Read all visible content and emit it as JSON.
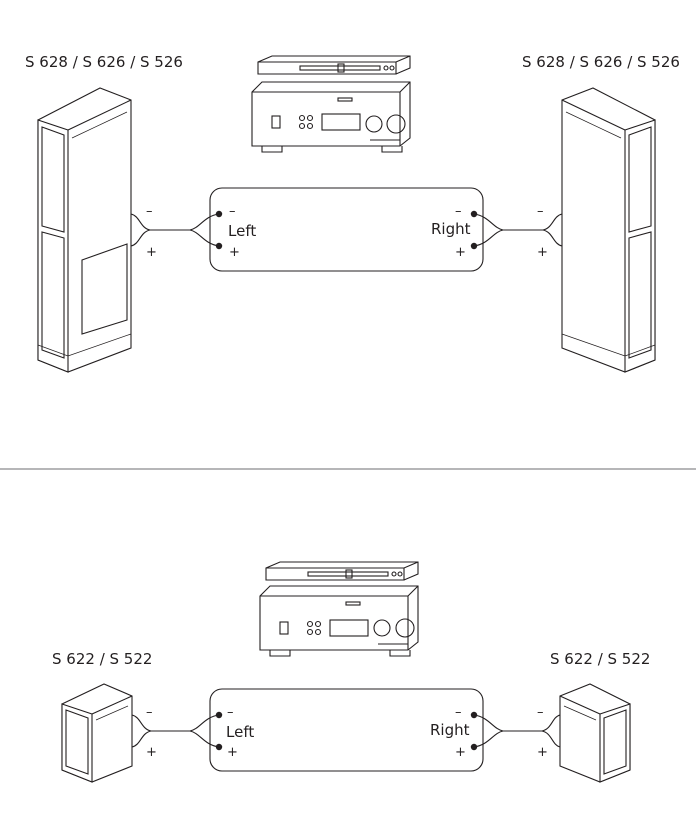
{
  "top": {
    "left_model": "S 628 / S 626 / S 526",
    "right_model": "S 628 / S 626 / S 526",
    "amp": {
      "left": "Left",
      "right": "Right"
    },
    "signs": {
      "minus": "–",
      "plus": "+"
    }
  },
  "bottom": {
    "left_model": "S 622 / S 522",
    "right_model": "S 622 / S 522",
    "amp": {
      "left": "Left",
      "right": "Right"
    },
    "signs": {
      "minus": "–",
      "plus": "+"
    }
  },
  "colors": {
    "line": "#231f20",
    "divider": "#6d6e71",
    "background": "#ffffff"
  }
}
